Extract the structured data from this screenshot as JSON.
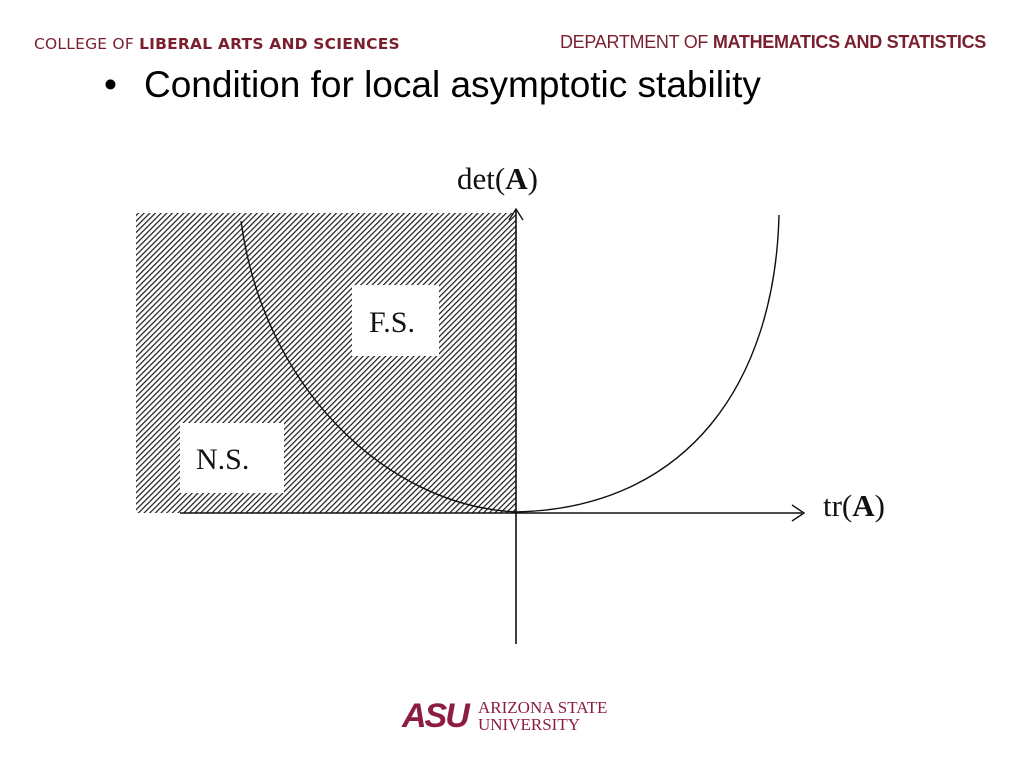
{
  "header": {
    "college_prefix": "COLLEGE OF ",
    "college_name": "LIBERAL ARTS AND SCIENCES",
    "dept_prefix": "DEPARTMENT OF ",
    "dept_name": "MATHEMATICS AND STATISTICS"
  },
  "slide": {
    "bullet": "•",
    "text": "Condition for local asymptotic stability"
  },
  "diagram": {
    "y_axis_label_prefix": "det(",
    "y_axis_label_bold": "A",
    "y_axis_label_suffix": ")",
    "x_axis_label_prefix": "tr(",
    "x_axis_label_bold": "A",
    "x_axis_label_suffix": ")",
    "region_fs": "F.S.",
    "region_ns": "N.S."
  },
  "logo": {
    "mark": "ASU",
    "line1": "ARIZONA STATE",
    "line2": "UNIVERSITY"
  }
}
